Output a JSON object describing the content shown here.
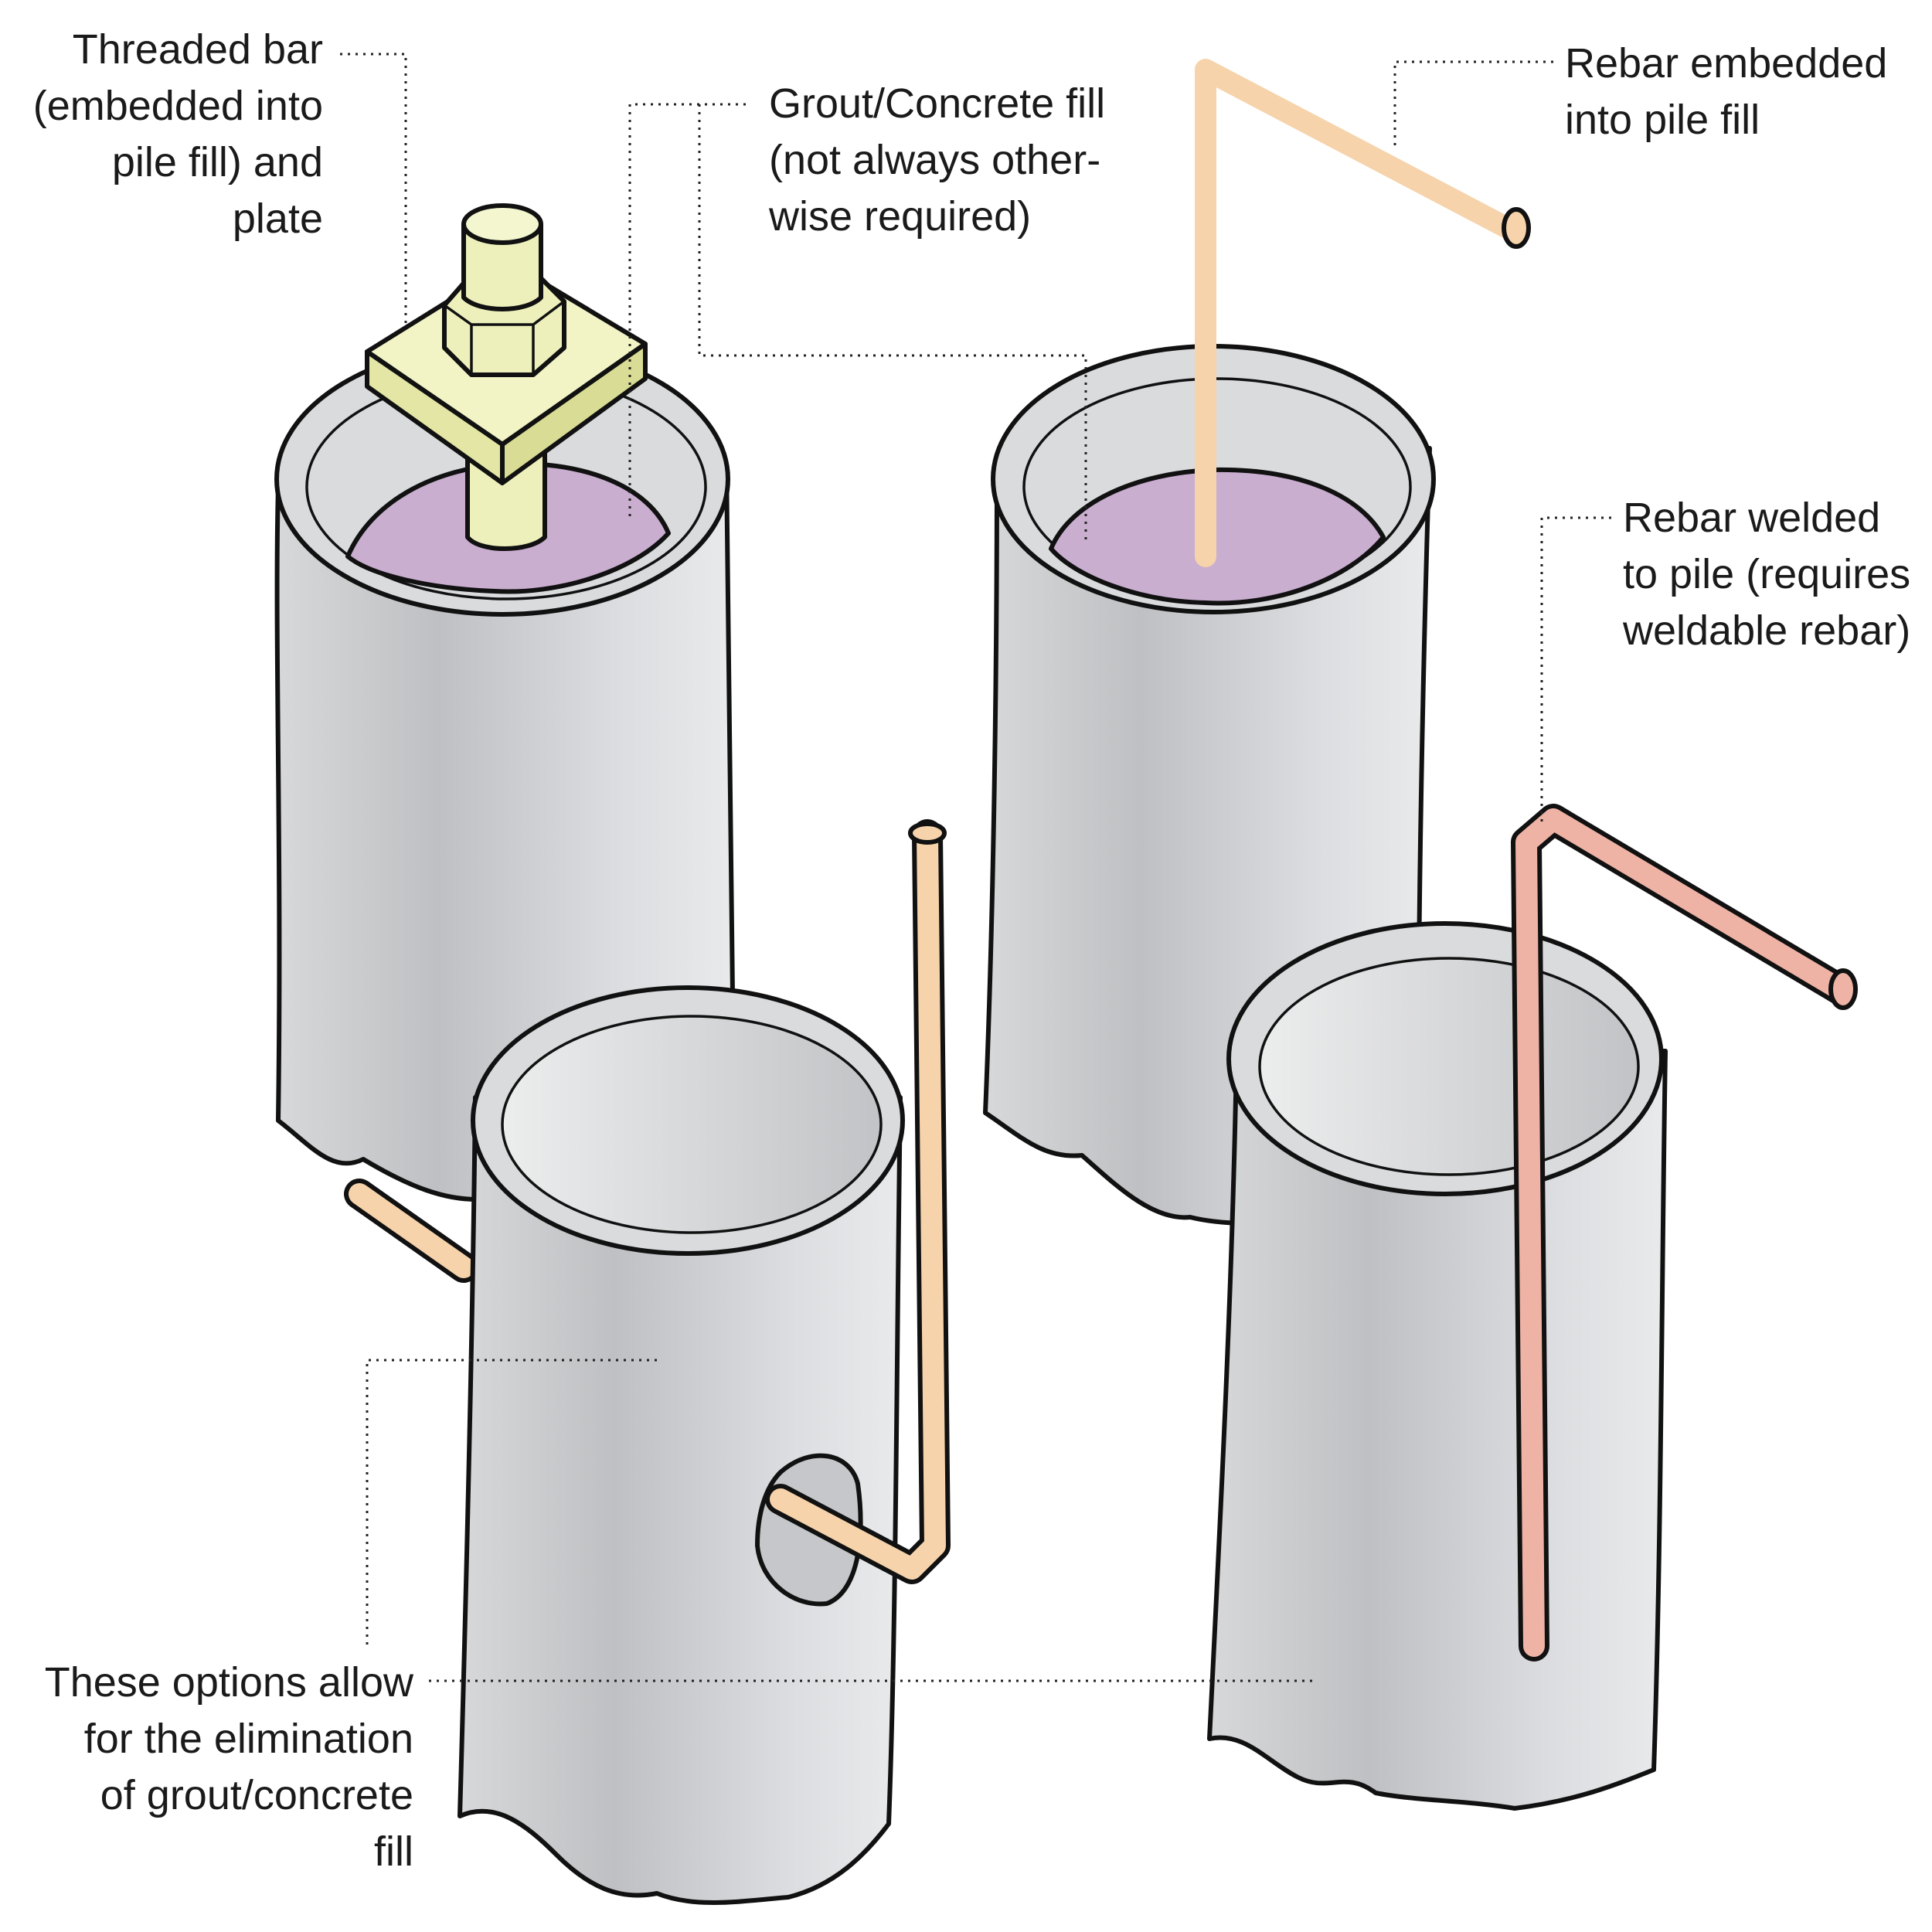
{
  "labels": {
    "threaded_bar": [
      "Threaded bar",
      "(embedded into",
      "pile fill) and",
      "plate"
    ],
    "grout_fill": [
      "Grout/Concrete fill",
      "(not always other-",
      "wise required)"
    ],
    "rebar_embedded": [
      "Rebar embedded",
      "into pile fill"
    ],
    "rebar_welded": [
      "Rebar welded",
      "to pile (requires",
      "weldable rebar)"
    ],
    "options_note": [
      "These options allow",
      "for the elimination",
      "of grout/concrete",
      "fill"
    ]
  },
  "colors": {
    "pile_light": "#e6e7e9",
    "pile_dark": "#b9babd",
    "grout_fill": "#c9aecf",
    "threaded_bar": "#eef0bc",
    "rebar": "#f6d3ab",
    "rebar_welded": "#eeb3a5",
    "outline": "#111111"
  }
}
